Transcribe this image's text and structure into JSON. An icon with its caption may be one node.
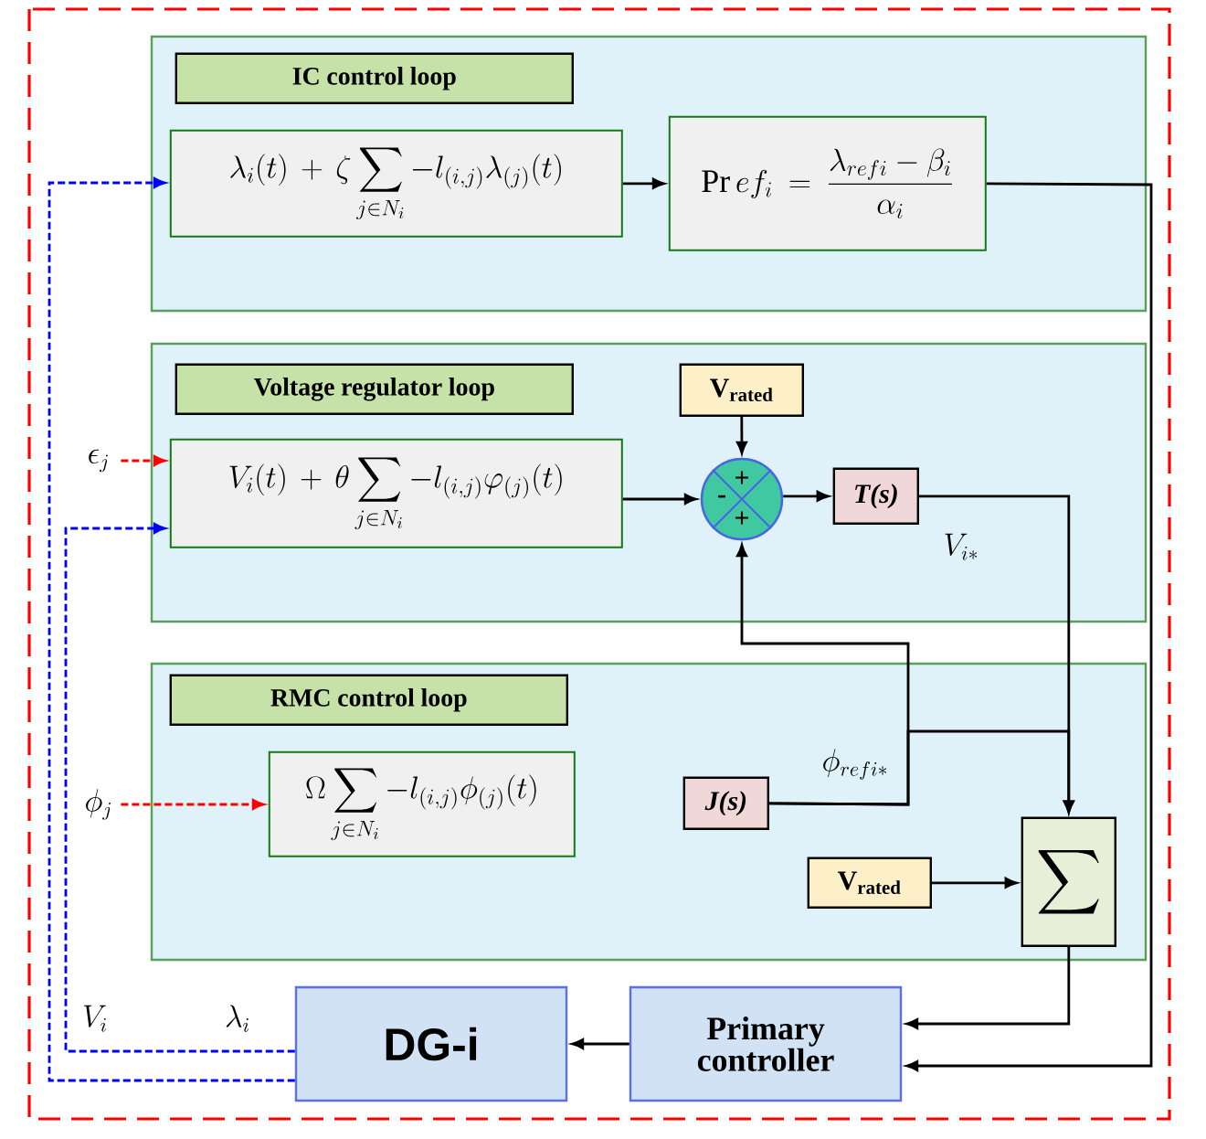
{
  "diagram": {
    "nodes": [
      {
        "text": [],
        "shape": "box"
      },
      {
        "text": [
          "IC control loop"
        ],
        "in": 0
      },
      {
        "text": [
          "\\lambda_i(t)+\\zeta\\sum_{j\\in N_i}-l_{(i,j)}\\lambda_{(j)}(t)"
        ],
        "in": 0
      },
      {
        "text": [
          "\\mathrm{Pr}\\,ef_i=\\frac{\\lambda_{refi}-\\beta_i}{\\alpha_i}"
        ],
        "in": 0
      },
      {
        "text": [],
        "shape": "box"
      },
      {
        "text": [
          "Voltage regulator loop"
        ],
        "in": 4
      },
      {
        "text": [
          "V_i(t)+\\theta\\sum_{j\\in N_i}-l_{(i,j)}\\varphi_{(j)}(t)"
        ],
        "in": 4
      },
      {
        "text": [
          "V$_{rated}$"
        ],
        "in": 4
      },
      {
        "text": [
          "+",
          "-",
          "+"
        ],
        "in": 4
      },
      {
        "text": [
          "T(s)"
        ],
        "in": 4
      },
      {
        "text": [],
        "shape": "box"
      },
      {
        "text": [
          "RMC control loop"
        ],
        "in": 10
      },
      {
        "text": [
          "\\Omega\\sum_{j\\in N_i}-l_{(i,j)}\\phi_{(j)}(t)"
        ],
        "in": 10
      },
      {
        "text": [
          "J(s)"
        ],
        "in": 10
      },
      {
        "text": [
          "V$_{rated}$"
        ],
        "in": 10
      },
      {
        "text": [
          "\\sum"
        ],
        "in": 10
      },
      {
        "text": [
          "DG-i"
        ]
      },
      {
        "text": [
          "Primary controller"
        ]
      },
      {
        "text": [
          "\\epsilon_j"
        ]
      },
      {
        "text": [
          "\\phi_j"
        ]
      }
    ],
    "edges": [
      {
        "from": 2,
        "to": 3,
        "arrow": "to"
      },
      {
        "from": 3,
        "to": 17,
        "arrow": "to"
      },
      {
        "from": 18,
        "to": 6,
        "arrow": "to",
        "style": "dashed",
        "color": "#ff0000"
      },
      {
        "from": 16,
        "to": 6,
        "arrow": "to",
        "style": "dashed",
        "color": "#0000ff",
        "label": "V_i"
      },
      {
        "from": 16,
        "to": 2,
        "arrow": "to",
        "style": "dashed",
        "color": "#0000ff",
        "label": "\\lambda_i"
      },
      {
        "from": 6,
        "to": 8,
        "arrow": "to"
      },
      {
        "from": 7,
        "to": 8,
        "arrow": "to"
      },
      {
        "from": 8,
        "to": 9,
        "arrow": "to"
      },
      {
        "from": 9,
        "to": 15,
        "arrow": "to",
        "label": "V_{i*}"
      },
      {
        "from": 13,
        "to": 8,
        "arrow": "to",
        "label": "\\phi_{refi*}"
      },
      {
        "from": 13,
        "to": 15,
        "arrow": "to"
      },
      {
        "from": 14,
        "to": 15,
        "arrow": "to"
      },
      {
        "from": 15,
        "to": 17,
        "arrow": "to"
      },
      {
        "from": 17,
        "to": 16,
        "arrow": "to"
      },
      {
        "from": 19,
        "to": 12,
        "arrow": "to",
        "style": "dashed",
        "color": "#ff0000"
      }
    ]
  }
}
